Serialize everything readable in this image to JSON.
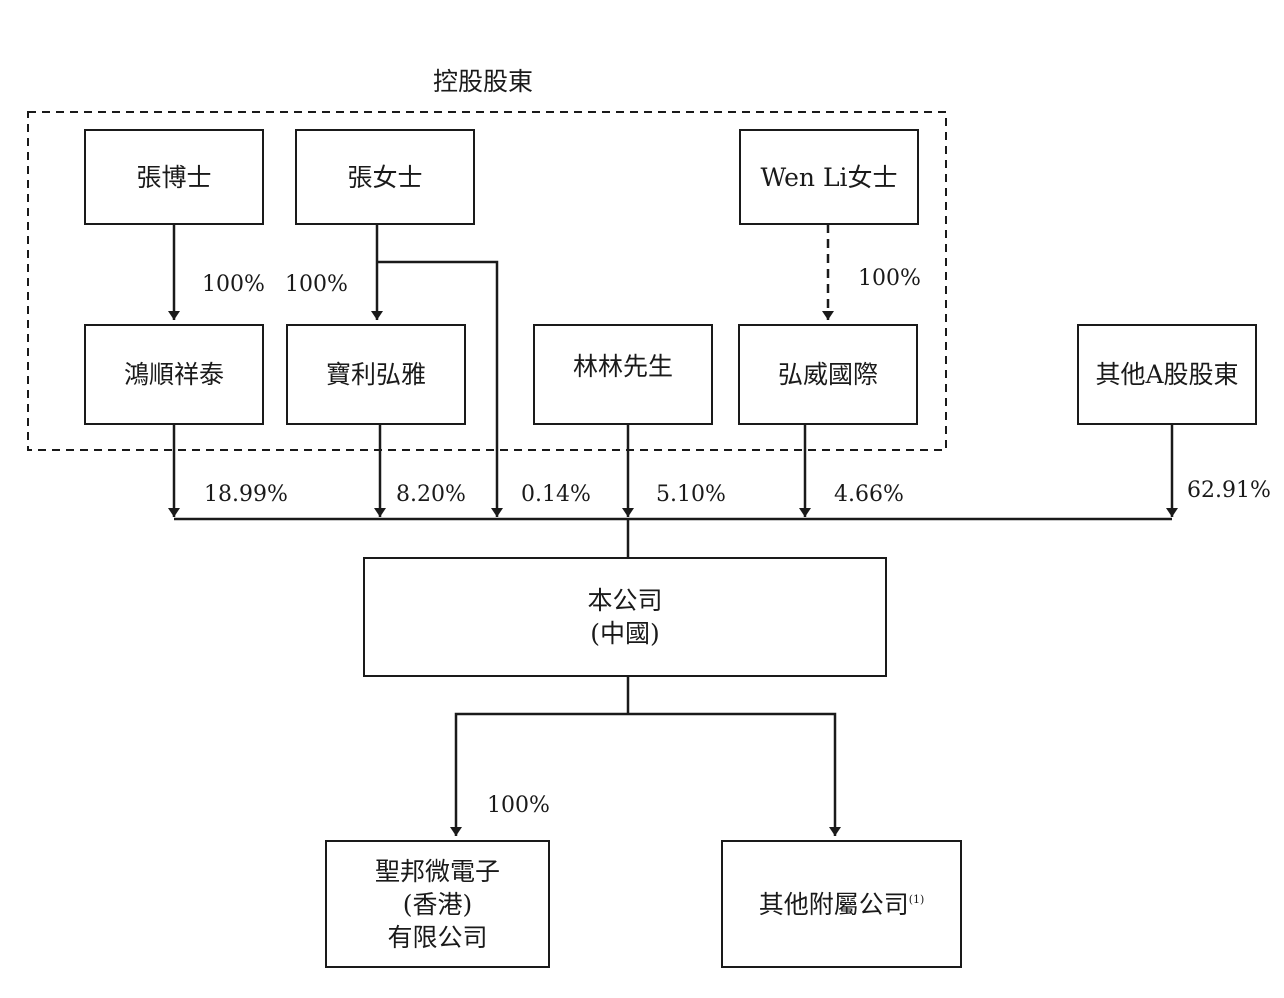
{
  "group": {
    "title": "控股股東"
  },
  "entities": {
    "dr_zhang": "張博士",
    "ms_zhang": "張女士",
    "wen_li": "Wen Li女士",
    "hongshun": "鴻順祥泰",
    "baoli": "寶利弘雅",
    "mr_lin": "林林先生",
    "hongwei": "弘威國際",
    "other_a": "其他A股股東",
    "company": {
      "line1": "本公司",
      "line2": "(中國)"
    },
    "hk_sub": {
      "line1": "聖邦微電子",
      "line2": "(香港)",
      "line3": "有限公司"
    },
    "other_subs": {
      "label": "其他附屬公司",
      "note": "(1)"
    }
  },
  "stakes": {
    "dr_zhang_hongshun": "100%",
    "ms_zhang_baoli": "100%",
    "wen_li_hongwei": "100%",
    "hongshun_company": "18.99%",
    "baoli_company": "8.20%",
    "ms_zhang_company": "0.14%",
    "mr_lin_company": "5.10%",
    "hongwei_company": "4.66%",
    "other_a_company": "62.91%",
    "company_hk_sub": "100%"
  }
}
